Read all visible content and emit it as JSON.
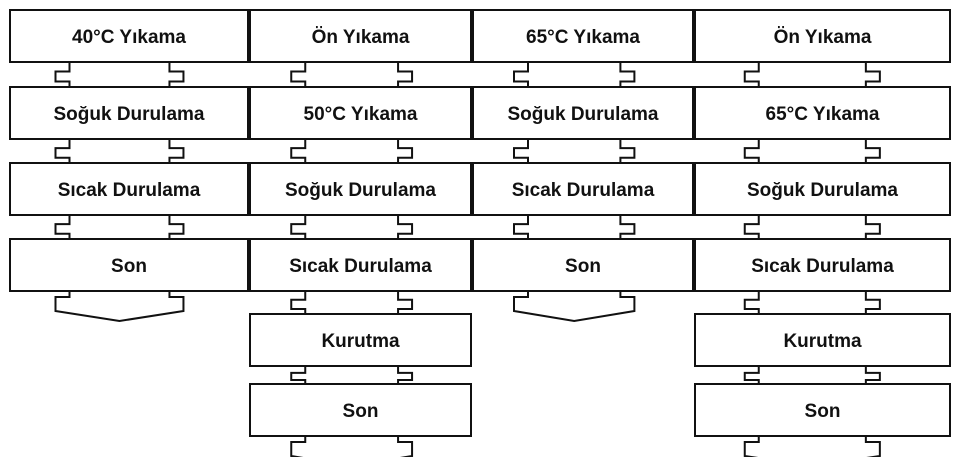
{
  "programs": [
    {
      "steps": [
        "40°C Yıkama",
        "Soğuk Durulama",
        "Sıcak Durulama",
        "Son"
      ]
    },
    {
      "steps": [
        "Ön Yıkama",
        "50°C Yıkama",
        "Soğuk Durulama",
        "Sıcak Durulama",
        "Kurutma",
        "Son"
      ]
    },
    {
      "steps": [
        "65°C Yıkama",
        "Soğuk Durulama",
        "Sıcak Durulama",
        "Son"
      ]
    },
    {
      "steps": [
        "Ön Yıkama",
        "65°C Yıkama",
        "Soğuk Durulama",
        "Sıcak Durulama",
        "Kurutma",
        "Son"
      ]
    }
  ]
}
